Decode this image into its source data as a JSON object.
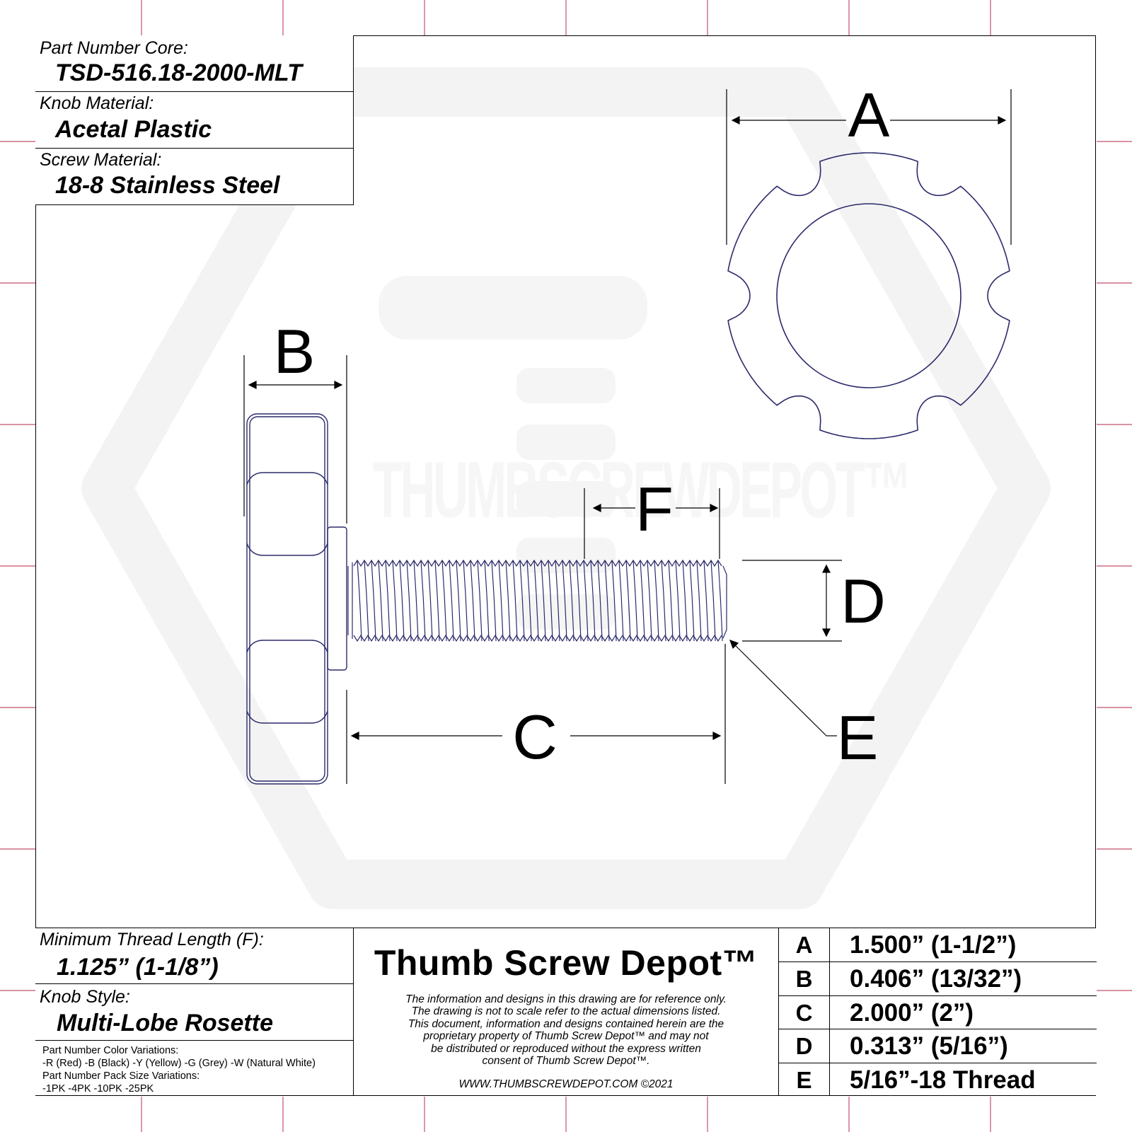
{
  "info": {
    "part_number_label": "Part Number Core:",
    "part_number_value": "TSD-516.18-2000-MLT",
    "knob_material_label": "Knob Material:",
    "knob_material_value": "Acetal Plastic",
    "screw_material_label": "Screw Material:",
    "screw_material_value": "18-8 Stainless Steel",
    "thread_length_label": "Minimum Thread Length (F):",
    "thread_length_value": "1.125” (1-1/8”)",
    "knob_style_label": "Knob Style:",
    "knob_style_value": "Multi-Lobe Rosette"
  },
  "variations": {
    "color_label": "Part Number Color Variations:",
    "color_values": "-R (Red) -B (Black) -Y (Yellow) -G (Grey) -W (Natural White)",
    "pack_label": "Part Number Pack Size Variations:",
    "pack_values": "-1PK -4PK -10PK -25PK"
  },
  "company": {
    "name": "Thumb Screw Depot™",
    "disclaimer": [
      "The information and designs in this drawing are for reference only.",
      "The drawing is not to scale refer to the actual dimensions listed.",
      "This document, information and designs contained herein are the",
      "proprietary property of Thumb Screw Depot™ and may not",
      "be distributed or reproduced without the express written",
      "consent of Thumb Screw Depot™."
    ],
    "website": "WWW.THUMBSCREWDEPOT.COM ©2021"
  },
  "watermark": "THUMBSCREWDEPOT™",
  "dimension_labels": {
    "a": "A",
    "b": "B",
    "c": "C",
    "d": "D",
    "e": "E",
    "f": "F"
  },
  "dimensions": [
    {
      "letter": "A",
      "value": "1.500” (1-1/2”)"
    },
    {
      "letter": "B",
      "value": "0.406” (13/32”)"
    },
    {
      "letter": "C",
      "value": "2.000” (2”)"
    },
    {
      "letter": "D",
      "value": "0.313” (5/16”)"
    },
    {
      "letter": "E",
      "value": "5/16”-18 Thread"
    }
  ],
  "colors": {
    "outline": "#2b2a6b",
    "border": "#000000",
    "tick": "#c0506a",
    "watermark": "#f4f4f4"
  }
}
